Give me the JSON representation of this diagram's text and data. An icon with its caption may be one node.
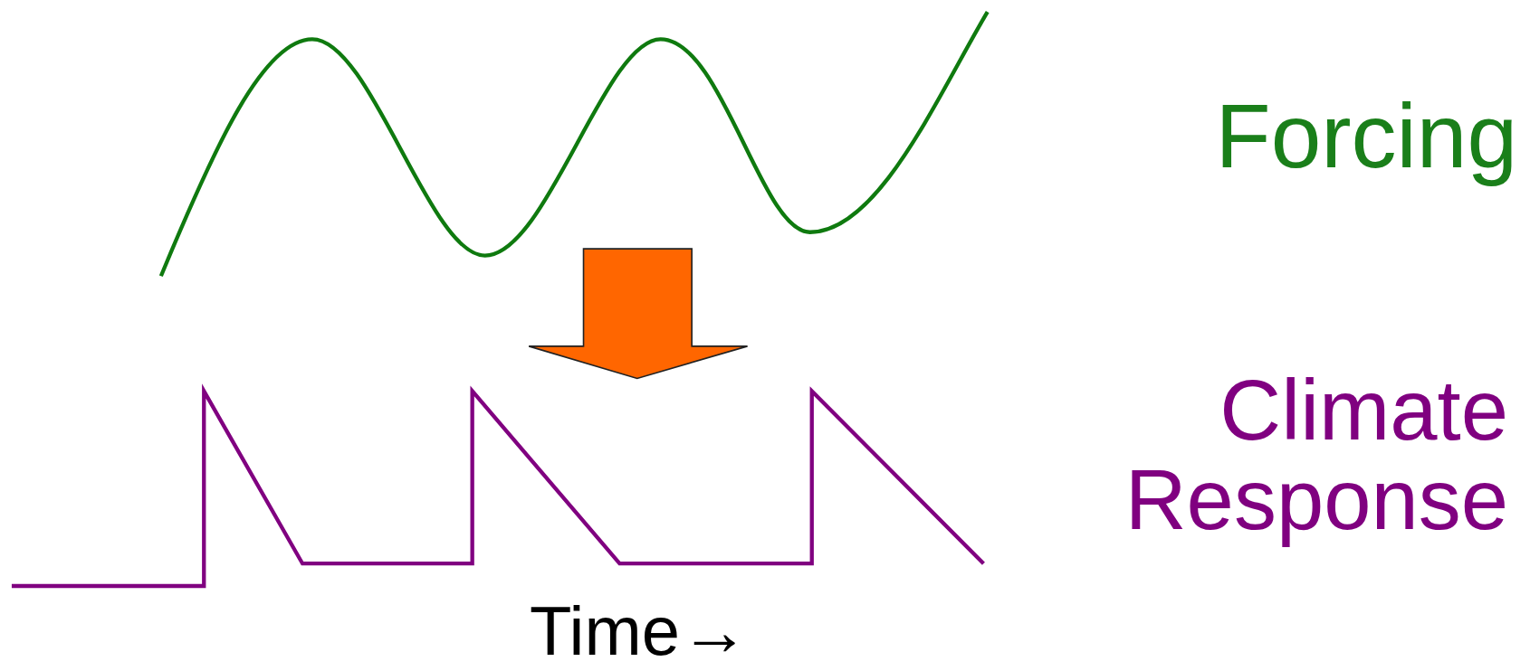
{
  "diagram": {
    "labels": [
      "Forcing",
      "Climate Response",
      "Time→"
    ]
  }
}
